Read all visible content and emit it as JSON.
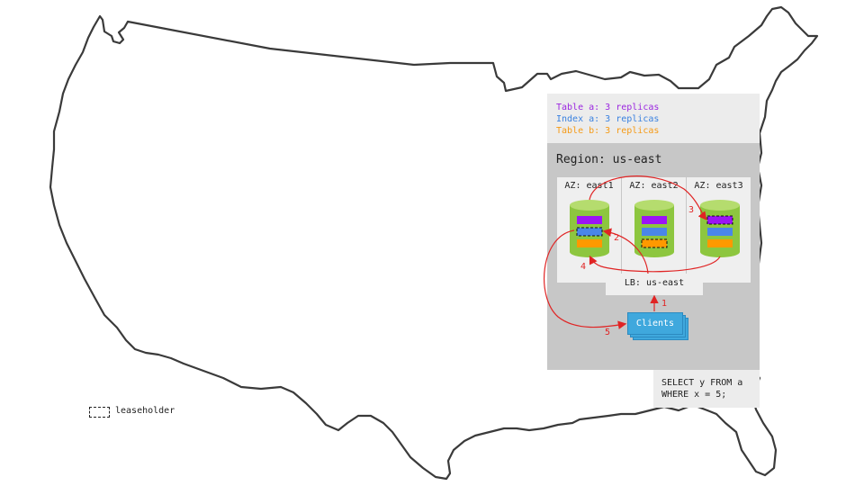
{
  "legend": {
    "lines": [
      {
        "text": "Table a: 3 replicas",
        "color": "#9b27e0"
      },
      {
        "text": "Index a: 3 replicas",
        "color": "#3b82e0"
      },
      {
        "text": "Table b: 3 replicas",
        "color": "#f59a16"
      }
    ]
  },
  "region": {
    "title": "Region: us-east",
    "azs": [
      {
        "label": "AZ: east1",
        "leaseholder_item": "index"
      },
      {
        "label": "AZ: east2",
        "leaseholder_item": "table_b"
      },
      {
        "label": "AZ: east3",
        "leaseholder_item": "table_a"
      }
    ],
    "load_balancer": "LB: us-east",
    "clients": "Clients"
  },
  "query": {
    "line1": "SELECT y FROM a",
    "line2": "WHERE x = 5;"
  },
  "leaseholder_key": "leaseholder",
  "steps": [
    "1",
    "2",
    "3",
    "4",
    "5"
  ],
  "colors": {
    "table_a": "#9b14f5",
    "index_a": "#4a86e8",
    "table_b": "#ff9900",
    "cylinder": "#8dc63f",
    "cylinder_top": "#b5dc6e",
    "arrow": "#e02424",
    "clients": "#3fa8dd"
  },
  "icons": {
    "database": "green cylinder",
    "map": "united states outline"
  }
}
